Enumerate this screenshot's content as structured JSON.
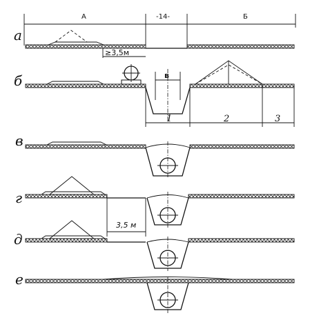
{
  "header": {
    "zone_a": "А",
    "zone_b": "Б",
    "width_14": "-14-"
  },
  "rows": [
    {
      "label": "а",
      "dim": "≥3,5м"
    },
    {
      "label": "б",
      "dim": "в",
      "segments": [
        "1",
        "2",
        "3"
      ]
    },
    {
      "label": "в"
    },
    {
      "label": "г",
      "dim": "3,5 м"
    },
    {
      "label": "д"
    },
    {
      "label": "е"
    }
  ],
  "colors": {
    "ink": "#111111",
    "paper": "#ffffff"
  }
}
